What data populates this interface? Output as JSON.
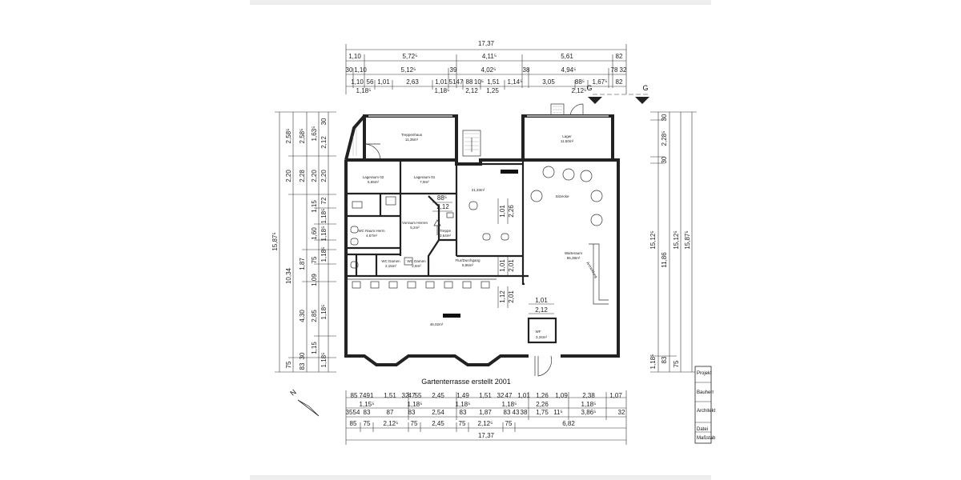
{
  "drawing": {
    "caption": "Gartenterrasse erstellt 2001",
    "section_marker": "G",
    "north_label": "N"
  },
  "dims_top": {
    "row1": [
      "17,37"
    ],
    "row2": [
      "1,10",
      "5,72⁵",
      "4,11⁵",
      "5,61",
      "82"
    ],
    "row3": [
      "30",
      "1,10",
      "5,12⁵",
      "39",
      "4,02⁵",
      "38",
      "4,94⁵",
      "78",
      "32"
    ],
    "row4": [
      "1,10",
      "56",
      "1,01",
      "2,63",
      "1,01",
      "51",
      "47",
      "88",
      "10⁵",
      "1,51",
      "1,14⁵",
      "3,05",
      "88⁵",
      "1,67⁵",
      "82"
    ],
    "row5": [
      "1,18⁵",
      "1,18⁵",
      "2,12",
      "1,25",
      "2,12⁵"
    ]
  },
  "dims_bottom": {
    "row1": [
      "85",
      "74",
      "91",
      "1,51",
      "32",
      "47",
      "55",
      "2,45",
      "1,49",
      "1,51",
      "32",
      "47",
      "1,01",
      "1,26",
      "1,09",
      "2,38",
      "1,07"
    ],
    "row2": [
      "1,15⁵",
      "1,18⁵",
      "1,18⁵",
      "1,18⁵",
      "2,26",
      "1,18⁵"
    ],
    "row3": [
      "35",
      "54",
      "83",
      "87",
      "83",
      "2,54",
      "83",
      "1,87",
      "83",
      "43",
      "38",
      "1,75",
      "11⁵",
      "3,86⁵",
      "32"
    ],
    "row4": [
      "85",
      "75",
      "2,12⁵",
      "75",
      "2,45",
      "75",
      "2,12⁵",
      "75",
      "6,82"
    ],
    "row5": [
      "17,37"
    ]
  },
  "dims_left": {
    "outer": [
      "15,87⁵"
    ],
    "col2": [
      "2,58⁵",
      "2,20",
      "10,34",
      "75"
    ],
    "col3": [
      "2,58⁵",
      "2,28",
      "1,87",
      "4,30",
      "30",
      "83"
    ],
    "col4": [
      "1,63⁵",
      "2,20",
      "1,15",
      "1,60",
      "75",
      "1,09",
      "2,85",
      "1,15"
    ],
    "col5": [
      "30",
      "2,12",
      "2,20",
      "72",
      "1,18⁵",
      "1,18⁵",
      "1,18⁵",
      "1,18⁵",
      "1,18⁵"
    ]
  },
  "dims_right": {
    "col1": [
      "30",
      "2,28⁵",
      "30",
      "11,86",
      "83"
    ],
    "col2": [
      "15,12⁵",
      "1,18⁵"
    ],
    "col3": [
      "15,12⁵",
      "75"
    ],
    "col4": [
      "15,87⁵"
    ]
  },
  "dims_interior": [
    "88⁵",
    "2,12",
    "1,01",
    "2,26",
    "1,01",
    "2,01",
    "1,12",
    "2,01",
    "1,01",
    "2,12"
  ],
  "rooms": [
    {
      "name": "Treppenhaus",
      "area": "11,35m²"
    },
    {
      "name": "Lager",
      "area": "11,50m²"
    },
    {
      "name": "Lageraum 02",
      "area": "5,65m²"
    },
    {
      "name": "Lageraum 01",
      "area": "7,9m²"
    },
    {
      "name": "",
      "area": "21,33m²"
    },
    {
      "name": "Sitzecke",
      "area": ""
    },
    {
      "name": "WC Raum Herrn",
      "area": "4,67m²"
    },
    {
      "name": "Vorraum Herren",
      "area": "5,2m²"
    },
    {
      "name": "Treppe",
      "area": "3,64m²"
    },
    {
      "name": "WC Damen",
      "area": "2,15m²"
    },
    {
      "name": "WC Damen",
      "area": "2,6m²"
    },
    {
      "name": "Flur/Durchgang",
      "area": "8,86m²"
    },
    {
      "name": "Warteraum",
      "area": "56,38m²"
    },
    {
      "name": "Anmeldung",
      "area": ""
    },
    {
      "name": "",
      "area": "46,02m²"
    },
    {
      "name": "WF",
      "area": "3,34m²"
    }
  ],
  "title_block": [
    "Projekt",
    "Bauherr",
    "Architekt",
    "Datei",
    "Maßstab"
  ],
  "colors": {
    "walls": "#222222",
    "paper": "#ffffff",
    "band": "#ededed"
  }
}
